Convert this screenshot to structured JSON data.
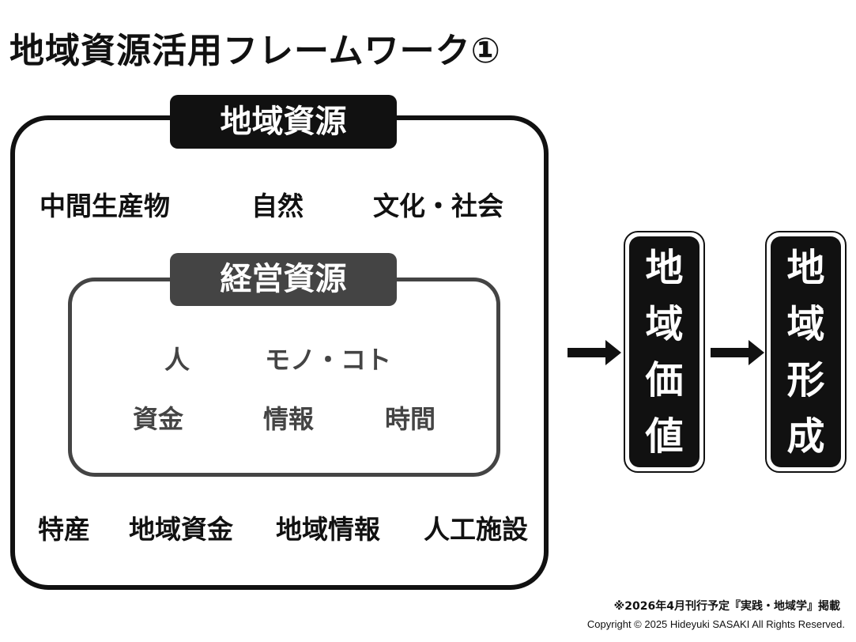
{
  "title": "地域資源活用フレームワーク①",
  "regional_resources": {
    "label": "地域資源",
    "top_items": [
      "中間生産物",
      "自然",
      "文化・社会"
    ],
    "bottom_items": [
      "特産",
      "地域資金",
      "地域情報",
      "人工施設"
    ]
  },
  "management_resources": {
    "label": "経営資源",
    "row1": [
      "人",
      "モノ・コト"
    ],
    "row2": [
      "資金",
      "情報",
      "時間"
    ]
  },
  "regional_value": {
    "chars": [
      "地",
      "域",
      "価",
      "値"
    ]
  },
  "regional_formation": {
    "chars": [
      "地",
      "域",
      "形",
      "成"
    ]
  },
  "footer": {
    "note": "※2026年4月刊行予定『実践・地域学』掲載",
    "copyright": "Copyright © 2025 Hideyuki SASAKI All Rights Reserved."
  }
}
